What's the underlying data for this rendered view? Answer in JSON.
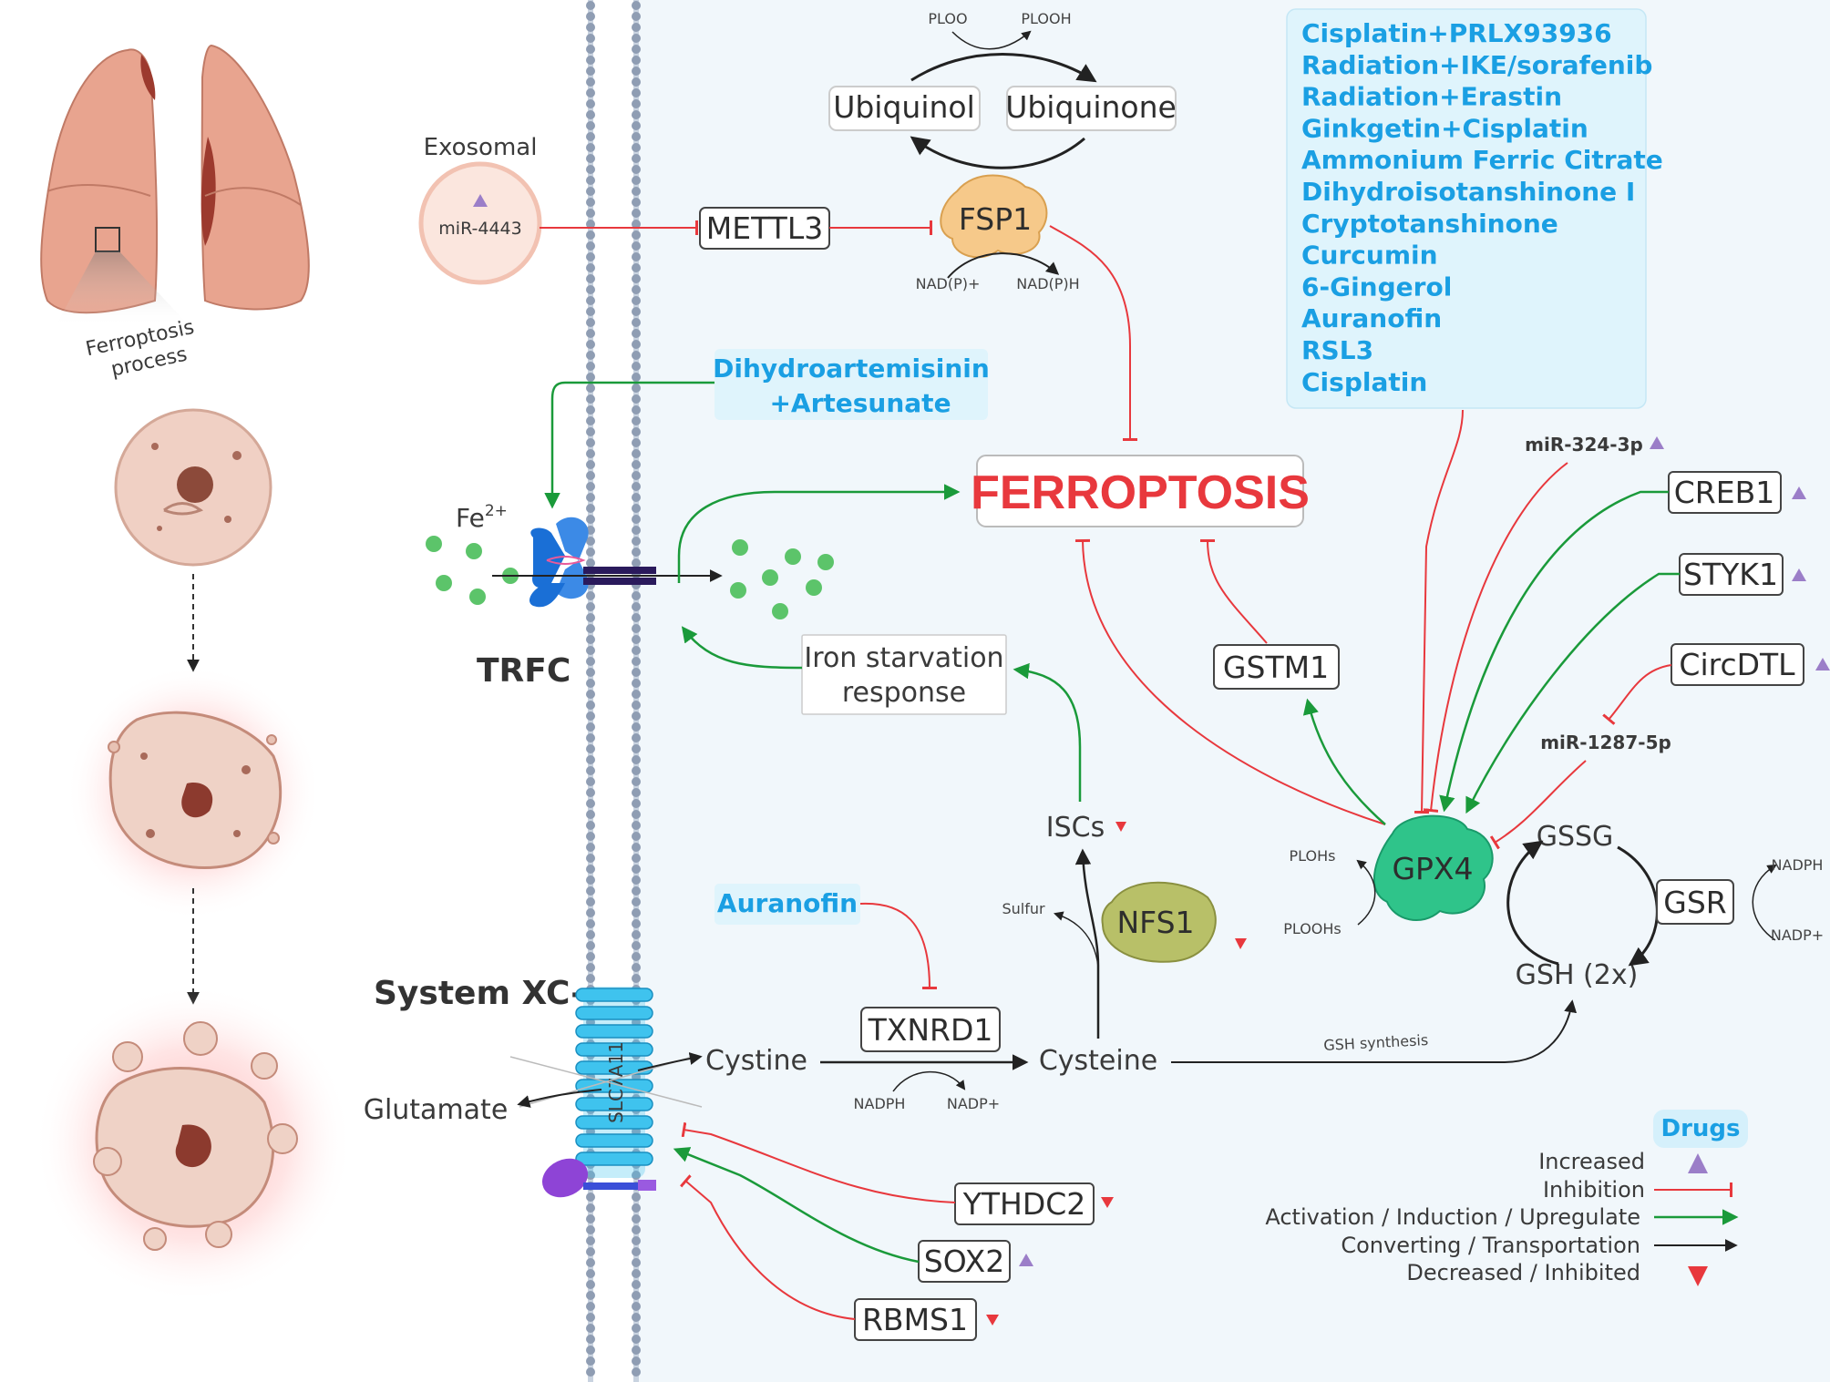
{
  "colors": {
    "inhibition": "#e8383d",
    "activation": "#1a9a3a",
    "converting": "#222222",
    "drug_text": "#1a9fe3",
    "drug_bg": "#dff4fc",
    "ferroptosis_title": "#e8383d",
    "increased": "#9b7ec8",
    "decreased": "#e8383d"
  },
  "left_panel": {
    "process_label_1": "Ferroptosis",
    "process_label_2": "process"
  },
  "membrane": {
    "trfc_label": "TRFC",
    "fe_label": "Fe",
    "fe_sup": "2+",
    "system_xc_label": "System XC-",
    "slc7a11_label": "SLC7A11"
  },
  "exosome": {
    "label": "Exosomal",
    "mirna": "miR-4443"
  },
  "nodes": {
    "mettl3": "METTL3",
    "fsp1": "FSP1",
    "ubiquinol": "Ubiquinol",
    "ubiquinone": "Ubiquinone",
    "ploo": "PLOO",
    "plooh": "PLOOH",
    "nadp_h_in": "NAD(P)+",
    "nadp_h_out": "NAD(P)H",
    "ferroptosis": "FERROPTOSIS",
    "iron_starvation_1": "Iron starvation",
    "iron_starvation_2": "response",
    "gstm1": "GSTM1",
    "iscs": "ISCs",
    "nfs1": "NFS1",
    "sulfur": "Sulfur",
    "txnrd1": "TXNRD1",
    "cystine": "Cystine",
    "cysteine": "Cysteine",
    "glutamate": "Glutamate",
    "nadph": "NADPH",
    "nadp_plus": "NADP+",
    "gsh_synthesis": "GSH synthesis",
    "gpx4": "GPX4",
    "plohs": "PLOHs",
    "ploohs": "PLOOHs",
    "gssg": "GSSG",
    "gsh": "GSH (2x)",
    "gsr": "GSR",
    "gsr_nadph": "NADPH",
    "gsr_nadp": "NADP+",
    "creb1": "CREB1",
    "styk1": "STYK1",
    "circdtl": "CircDTL",
    "mir324": "miR-324-3p",
    "mir1287": "miR-1287-5p",
    "ythdc2": "YTHDC2",
    "sox2": "SOX2",
    "rbms1": "RBMS1"
  },
  "drugs": {
    "dihydro_1": "Dihydroartemisinin",
    "dihydro_2": "+Artesunate",
    "auranofin": "Auranofin",
    "gpx4_drugs": [
      "Cisplatin+PRLX93936",
      "Radiation+IKE/sorafenib",
      "Radiation+Erastin",
      "Ginkgetin+Cisplatin",
      "Ammonium Ferric Citrate",
      "Dihydroisotanshinone I",
      "Cryptotanshinone",
      "Curcumin",
      "6-Gingerol",
      "Auranofin",
      "RSL3",
      "Cisplatin"
    ]
  },
  "legend": {
    "title": "Drugs",
    "items": [
      "Increased",
      "Inhibition",
      "Activation / Induction / Upregulate",
      "Converting / Transportation",
      "Decreased / Inhibited"
    ]
  }
}
